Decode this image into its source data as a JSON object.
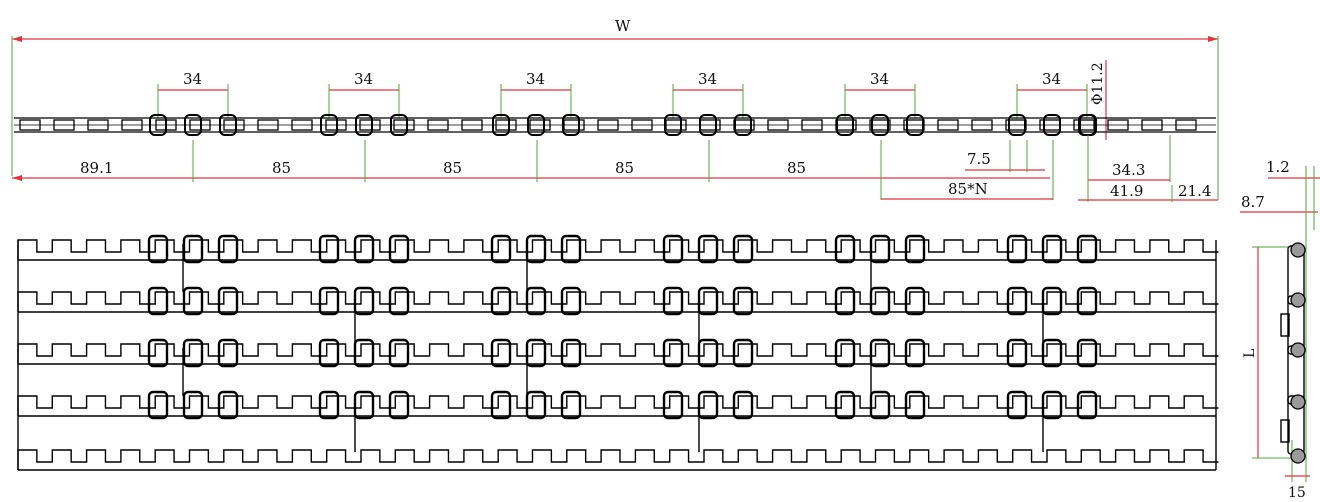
{
  "drawing": {
    "labels": {
      "overall_width": "W",
      "pitch_34": "34",
      "pin_diameter": "Φ11.2",
      "edge_offset": "89.1",
      "module_pitch": "85",
      "module_pitch_n": "85*N",
      "gap_7_5": "7.5",
      "offset_34_3": "34.3",
      "offset_41_9": "41.9",
      "offset_21_4": "21.4",
      "side_thickness_1_2": "1.2",
      "side_offset_8_7": "8.7",
      "side_height_15": "15",
      "side_length": "L"
    },
    "colors": {
      "outline": "#000000",
      "dimension_line": "#e0343c",
      "extension_line": "#4fa83a",
      "text": "#111111"
    }
  }
}
